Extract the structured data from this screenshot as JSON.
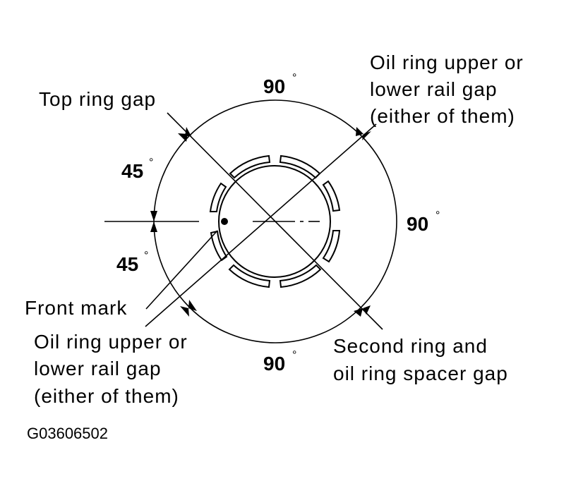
{
  "labels": {
    "top_ring_gap": "Top ring gap",
    "oil_ring_upper_right": [
      "Oil ring upper or",
      "lower rail gap",
      "(either of them)"
    ],
    "oil_ring_lower_left": [
      "Oil ring upper or",
      "lower rail gap",
      "(either of them)"
    ],
    "front_mark": "Front mark",
    "second_ring": [
      "Second ring and",
      "oil ring spacer gap"
    ],
    "figure_code": "G03606502"
  },
  "angles": {
    "top": "90",
    "right": "90",
    "bottom": "90",
    "left_upper": "45",
    "left_lower": "45",
    "degree_symbol": "°"
  },
  "colors": {
    "ink": "#000000",
    "background": "#ffffff"
  }
}
